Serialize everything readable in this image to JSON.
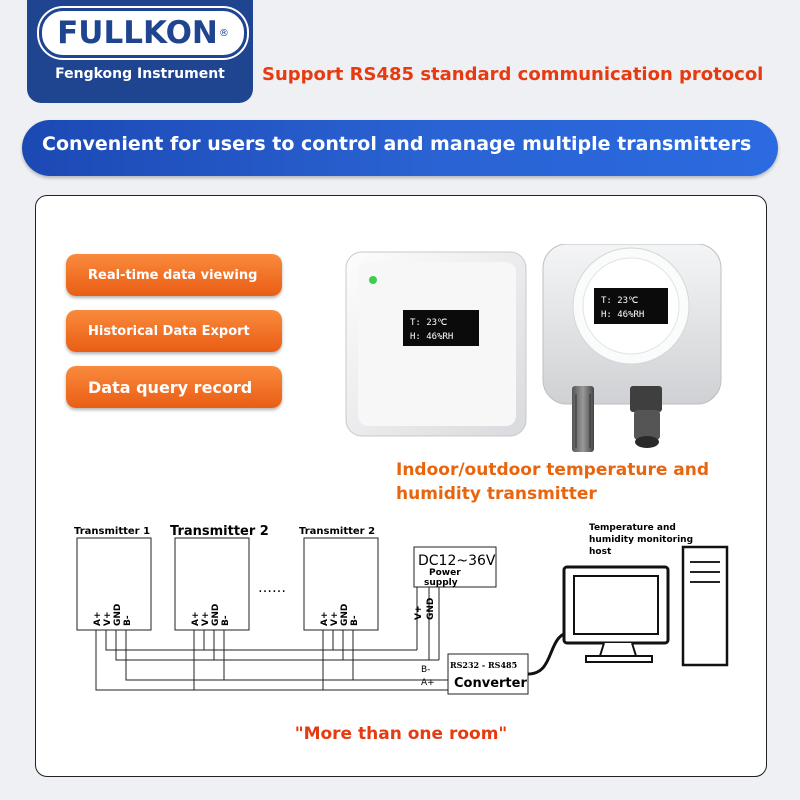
{
  "header": {
    "brand": "FULLKON",
    "brand_mark": "®",
    "brand_subtitle": "Fengkong Instrument",
    "protocol_text": "Support RS485 standard communication protocol"
  },
  "banner": {
    "text": "Convenient for users to control and manage multiple transmitters"
  },
  "features": [
    "Real-time data viewing",
    "Historical Data Export",
    "Data query record"
  ],
  "devices": {
    "indoor_display": {
      "line1": "T: 23℃",
      "line2": "H: 46%RH"
    },
    "outdoor_display": {
      "line1": "T: 23℃",
      "line2": "H: 46%RH"
    },
    "caption": "Indoor/outdoor temperature and humidity transmitter"
  },
  "diagram": {
    "transmitters": [
      "Transmitter 1",
      "Transmitter 2",
      "Transmitter 2"
    ],
    "ellipsis": "……",
    "terminal_labels": [
      "A+",
      "V+",
      "GND",
      "B-"
    ],
    "power_label": "DC12~36V",
    "power_caption_1": "Power",
    "power_caption_2": "supply",
    "power_terminals": [
      "V+",
      "GND"
    ],
    "bus_labels": [
      "B-",
      "A+"
    ],
    "converter_title": "RS232 - RS485",
    "converter_label": "Converter",
    "host_caption_1": "Temperature and",
    "host_caption_2": "humidity monitoring",
    "host_caption_3": "host"
  },
  "footer_text": "\"More than one room\""
}
